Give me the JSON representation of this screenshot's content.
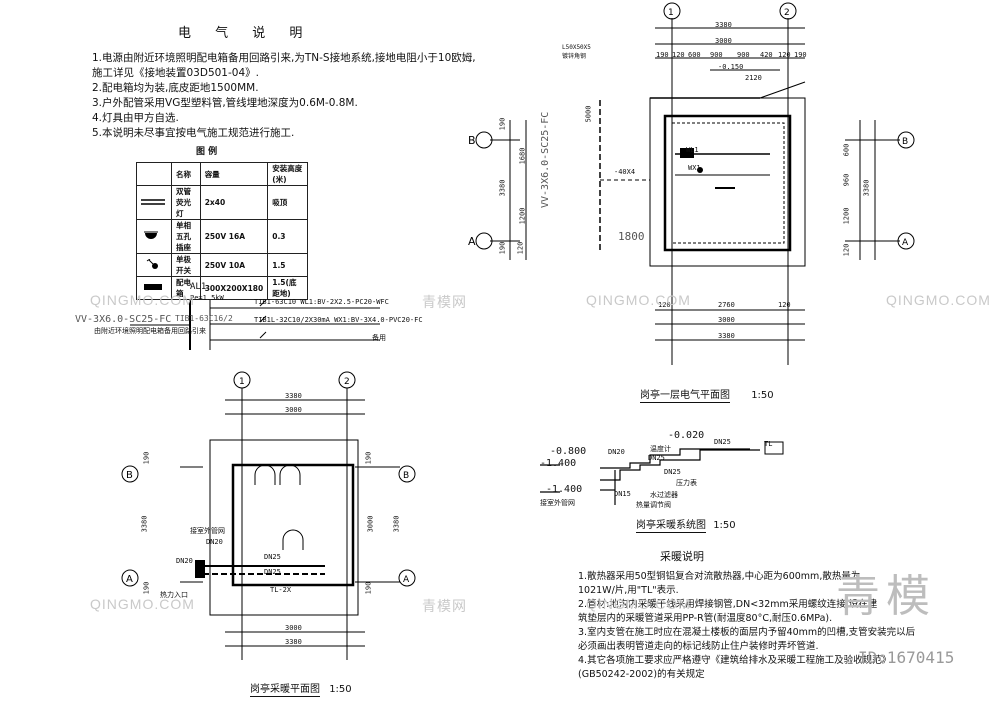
{
  "notes": {
    "title": "电 气 说 明",
    "lines": [
      "1.电源由附近环境照明配电箱备用回路引来,为TN-S接地系统,接地电阻小于10欧姆,",
      "   施工详见《接地装置03D501-04》.",
      "2.配电箱均为装,底皮距地1500MM.",
      "3.户外配管采用VG型塑料管,管线埋地深度为0.6M-0.8M.",
      "4.灯具由甲方自选.",
      "5.本说明未尽事宜按电气施工规范进行施工."
    ]
  },
  "legend": {
    "title": "图   例",
    "headers": [
      "",
      "名称",
      "容量",
      "安装高度(米)"
    ],
    "rows": [
      {
        "name": "双管荧光灯",
        "capacity": "2x40",
        "height": "吸顶"
      },
      {
        "name": "单相五孔插座",
        "capacity": "250V 16A",
        "height": "0.3"
      },
      {
        "name": "单极开关",
        "capacity": "250V 10A",
        "height": "1.5"
      },
      {
        "name": "配电箱",
        "capacity": "300X200X180",
        "height": "1.5(底距地)"
      }
    ]
  },
  "system": {
    "box": "AL1",
    "power": "Pe=1.5kW",
    "incoming": "VV-3X6.0-SC25-FC",
    "main_breaker": "TIB1-63C16/2",
    "source_note": "由附近环境照明配电箱备用回路引来",
    "circuit1": "TIB1-63C10  WL1:BV-2X2.5-PC20-WFC",
    "circuit2": "TIB1L-32C10/2X30mA  WX1:BV-3X4.0-PVC20-FC",
    "spare": "备用"
  },
  "elec_plan": {
    "title": "岗亭一层电气平面图",
    "scale": "1:50",
    "axis_top": [
      "①",
      "②"
    ],
    "axis_side": [
      "Ⓑ",
      "Ⓐ"
    ],
    "dim_top_total": "3380",
    "dim_top_inner": "3000",
    "dim_top_parts": [
      "190",
      "120",
      "600",
      "900",
      "900",
      "420",
      "120",
      "190"
    ],
    "dim_window": "2120",
    "level": "-0.150",
    "dim_bottom": [
      "120",
      "2760",
      "120"
    ],
    "dim_bottom_inner": "3000",
    "dim_bottom_total": "3380",
    "dim_left": [
      "190",
      "1680",
      "1200",
      "190",
      "120"
    ],
    "dim_left_total": "3380",
    "dim_left_inner": "5000",
    "dim_right": [
      "600",
      "960",
      "1200",
      "120"
    ],
    "dim_right_total": "3380",
    "earth_note": "L50X50X5 镀锌角钢",
    "cable": "VV-3X6.0-SC25-FC",
    "circuit_labels": [
      "WL1",
      "WX1",
      "-40X4",
      "1800"
    ]
  },
  "heat_plan": {
    "title": "岗亭采暖平面图",
    "scale": "1:50",
    "axis_top": [
      "①",
      "②"
    ],
    "axis_side": [
      "Ⓑ",
      "Ⓐ"
    ],
    "dim_top": [
      "3380",
      "3000"
    ],
    "dim_bottom": [
      "3000",
      "3380"
    ],
    "dim_left": [
      "190",
      "3380",
      "190"
    ],
    "dim_right": [
      "190",
      "3000",
      "3380",
      "190"
    ],
    "labels": [
      "接室外管网",
      "DN20",
      "DN20",
      "DN25",
      "DN25",
      "热力入口",
      "TL-2X"
    ]
  },
  "heat_system": {
    "title": "岗亭采暖系统图",
    "scale": "1:50",
    "levels": [
      "-0.020",
      "-0.800",
      "-1.400",
      "-1.400"
    ],
    "pipes": [
      "DN25",
      "DN20",
      "DN25",
      "DN15",
      "DN25"
    ],
    "labels": [
      "接室外管网",
      "压力表",
      "温度计",
      "水过滤器",
      "热量调节阀",
      "TL"
    ]
  },
  "heat_notes": {
    "title": "采暖说明",
    "lines": [
      "1.散热器采用50型铜铝复合对流散热器,中心距为600mm,散热量为",
      "   1021W/片,用\"TL\"表示.",
      "2.管材:地沟内采暖干线采用焊接钢管,DN<32mm采用螺纹连接,设在建",
      "   筑垫层内的采暖管道采用PP-R管(耐温度80°C,耐压0.6MPa).",
      "3.室内支管在施工时应在混凝土楼板的面层内予留40mm的凹槽,支管安装完以后",
      "   必须画出表明管道走向的标记线防止住户装修时弄坏管道.",
      "4.其它各项施工要求应严格遵守《建筑给排水及采暖工程施工及验收规范》",
      "   (GB50242-2002)的有关规定"
    ]
  },
  "watermarks": [
    "QINGMO.COM",
    "青模网",
    "青模"
  ],
  "id_label": "ID:1670415"
}
